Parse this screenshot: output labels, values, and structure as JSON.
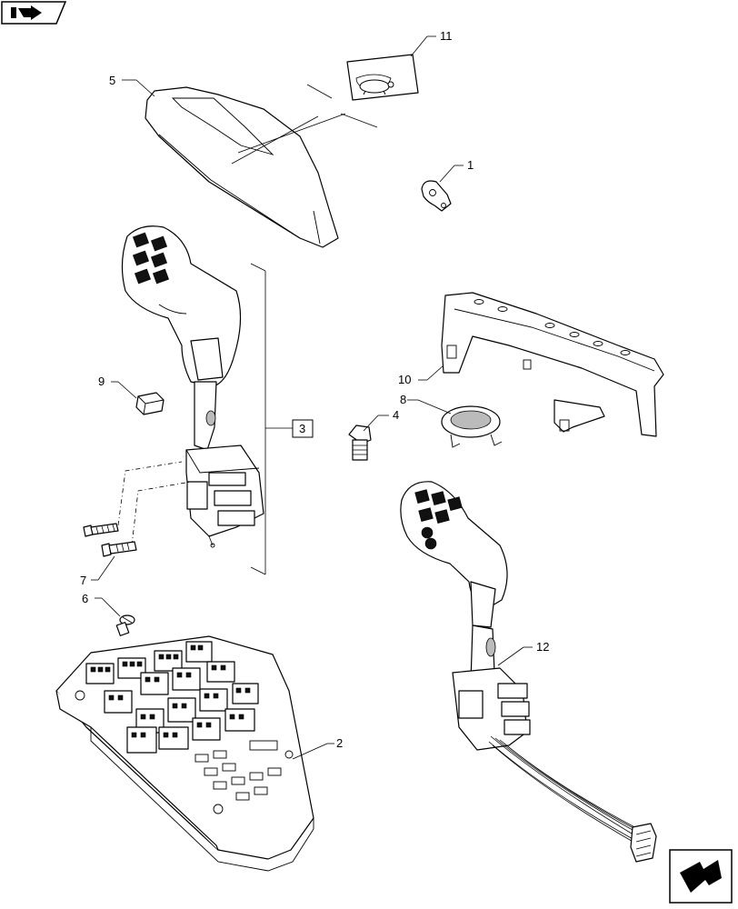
{
  "callouts": {
    "c1": "1",
    "c2": "2",
    "c3": "3",
    "c4": "4",
    "c5": "5",
    "c6": "6",
    "c7": "7",
    "c8": "8",
    "c9": "9",
    "c10": "10",
    "c11": "11",
    "c12": "12"
  },
  "icons": {
    "top_left": "previous-page-arrow-icon",
    "bottom_right": "next-page-arrow-icon",
    "label_symbol": "turtle-slow-speed-icon"
  }
}
